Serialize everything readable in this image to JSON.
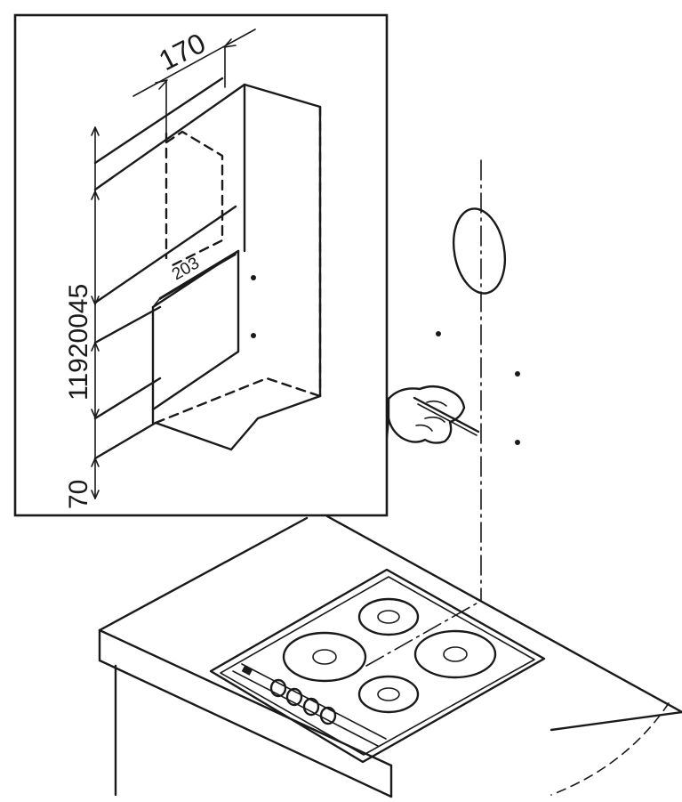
{
  "diagram": {
    "dimensions": {
      "width": "170",
      "slot": "203",
      "height": "11920045",
      "bottom": "70"
    }
  },
  "colors": {
    "stroke": "#1a1a1a",
    "background": "#ffffff"
  }
}
